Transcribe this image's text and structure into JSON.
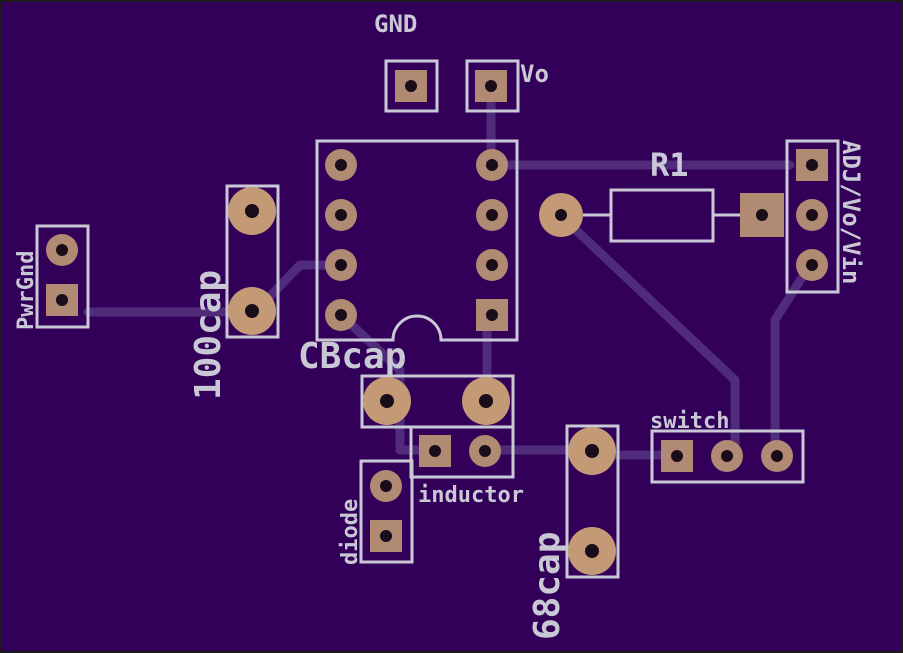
{
  "board": {
    "background": "#330059",
    "border": "#1c1c1c"
  },
  "labels": {
    "gnd": "GND",
    "vo": "Vo",
    "r1": "R1",
    "adj": "ADJ/Vo/Vin",
    "pwrgnd": "PwrGnd",
    "cap100": "100cap",
    "cbcap": "CBcap",
    "switch": "switch",
    "inductor": "inductor",
    "diode": "diode",
    "cap68": "68cap"
  },
  "colors": {
    "silkscreen": "#c9c9d6",
    "pad": "#b08a72",
    "trace": "#5a3a86"
  }
}
